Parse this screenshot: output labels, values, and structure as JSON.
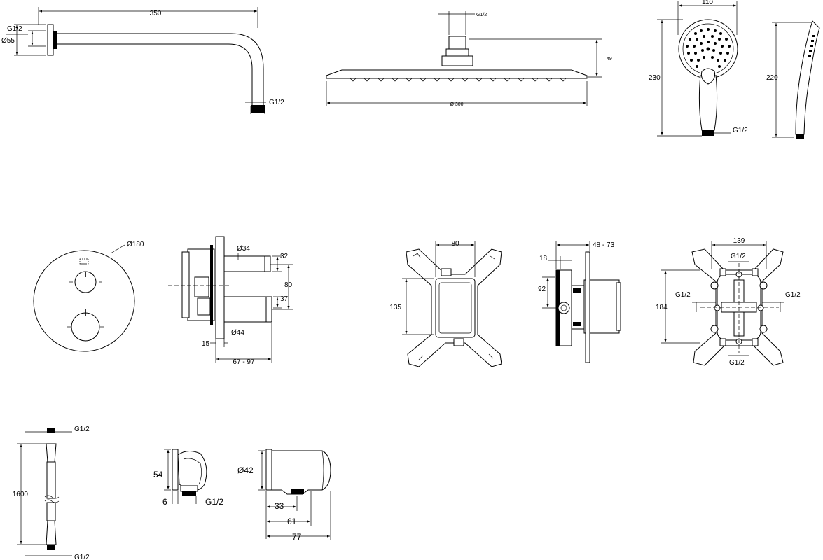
{
  "shower_arm": {
    "length": "350",
    "thread_top": "G1/2",
    "flange": "Ø55",
    "thread_end": "G1/2"
  },
  "head_shower": {
    "thread": "G1/2",
    "height": "49",
    "diameter": "Ø 300"
  },
  "hand_shower": {
    "width": "110",
    "length": "230",
    "side_length": "220",
    "thread": "G1/2"
  },
  "thermostat": {
    "rosette": "Ø180",
    "handle_upper": "Ø34",
    "handle_lower": "Ø44",
    "d32": "32",
    "d37": "37",
    "d80": "80",
    "d15": "15",
    "depth_range": "67 - 97"
  },
  "box_front": {
    "width": "80",
    "height": "135"
  },
  "box_side": {
    "depth_range": "48 - 73",
    "d18": "18",
    "d92": "92"
  },
  "box_back": {
    "width": "139",
    "height": "184",
    "thread_top": "G1/2",
    "thread_left": "G1/2",
    "thread_right": "G1/2",
    "thread_bottom": "G1/2"
  },
  "hose": {
    "length": "1600",
    "thread_top": "G1/2",
    "thread_bottom": "G1/2"
  },
  "wall_outlet": {
    "height": "54",
    "d6": "6",
    "thread": "G1/2"
  },
  "holder": {
    "diameter": "Ø42",
    "d33": "33",
    "d61": "61",
    "d77": "77"
  }
}
